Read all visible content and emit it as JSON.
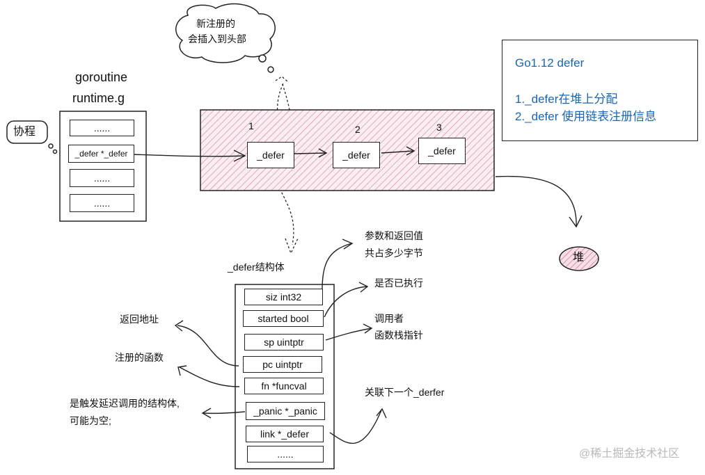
{
  "cloud_note": [
    "新注册的",
    "会插入到头部"
  ],
  "goroutine": {
    "title1": "goroutine",
    "title2": "runtime.g",
    "tag": "协程",
    "rows": [
      "......",
      "_defer  *_defer",
      "......",
      "......"
    ]
  },
  "chain": {
    "nums": [
      "1",
      "2",
      "3"
    ],
    "nodes": [
      "_defer",
      "_defer",
      "_defer"
    ]
  },
  "heap_label": "堆",
  "info": {
    "title": "Go1.12    defer",
    "line1": "1._defer在堆上分配",
    "line2": "2._defer 使用链表注册信息"
  },
  "struct": {
    "title": "_defer结构体",
    "fields": [
      "siz  int32",
      "started bool",
      "sp     uintptr",
      "pc    uintptr",
      "fn     *funcval",
      "_panic *_panic",
      "link  *_defer",
      "......"
    ]
  },
  "notes": {
    "args": [
      "参数和返回值",
      "共占多少字节"
    ],
    "started": "是否已执行",
    "caller": [
      "调用者",
      "函数栈指针"
    ],
    "ret": "返回地址",
    "fn": "注册的函数",
    "panic": [
      "是触发延迟调用的结构体,",
      "可能为空;"
    ],
    "link": "关联下一个_derfer"
  },
  "watermark": "@稀土掘金技术社区"
}
